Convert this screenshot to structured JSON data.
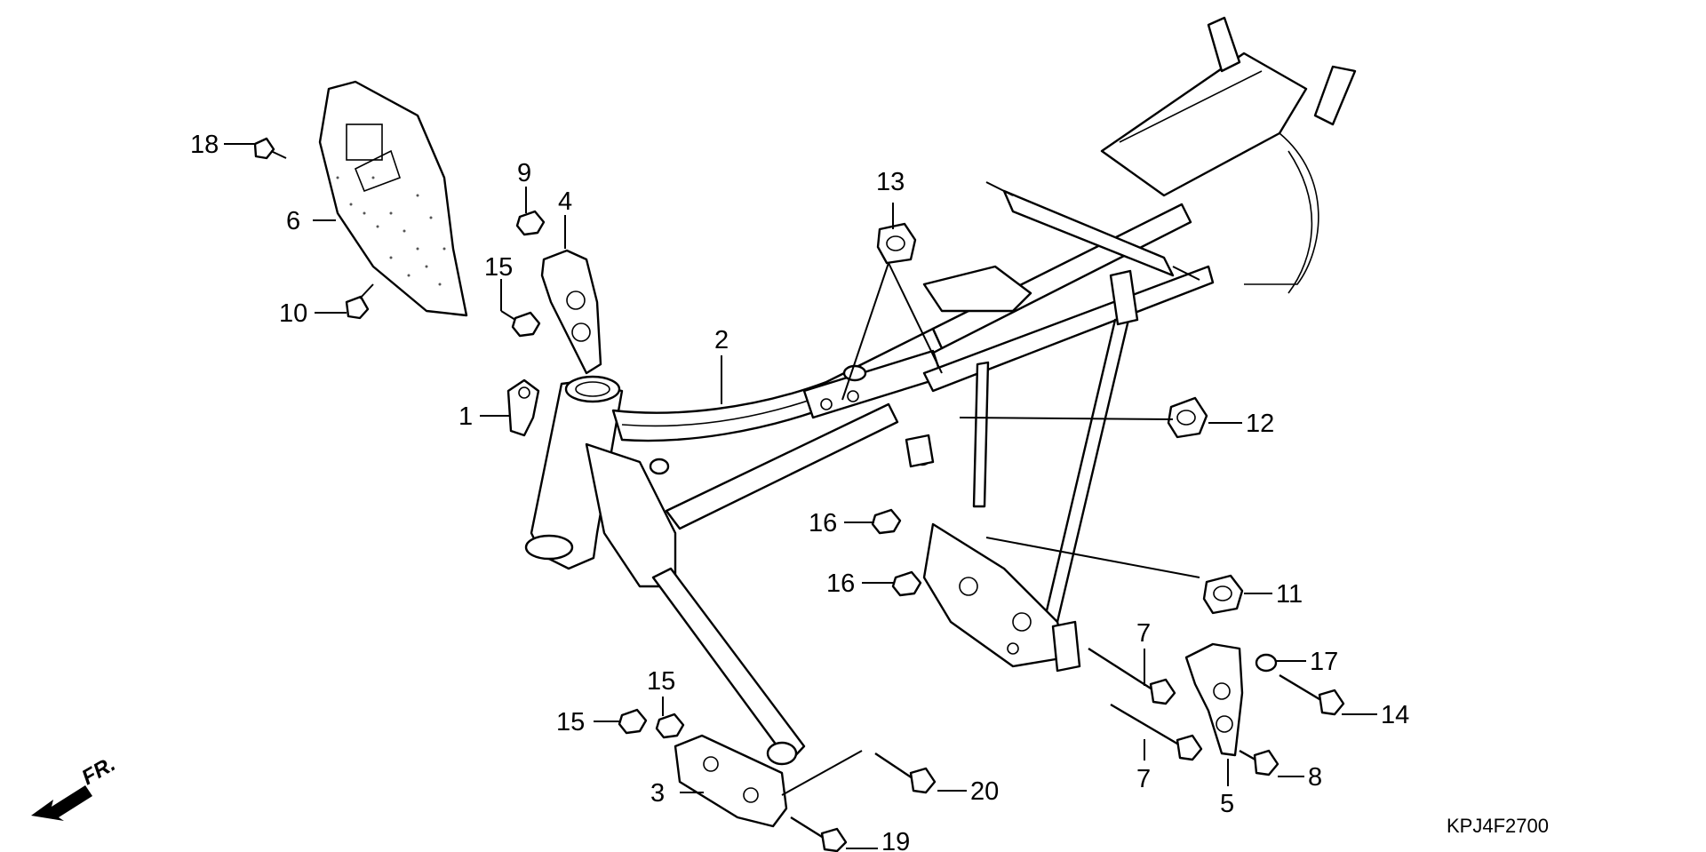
{
  "diagram": {
    "code": "KPJ4F2700",
    "front_indicator": "FR.",
    "callouts": [
      {
        "id": "c18",
        "text": "18"
      },
      {
        "id": "c6",
        "text": "6"
      },
      {
        "id": "c10",
        "text": "10"
      },
      {
        "id": "c9",
        "text": "9"
      },
      {
        "id": "c4",
        "text": "4"
      },
      {
        "id": "c15a",
        "text": "15"
      },
      {
        "id": "c1",
        "text": "1"
      },
      {
        "id": "c2",
        "text": "2"
      },
      {
        "id": "c13",
        "text": "13"
      },
      {
        "id": "c12",
        "text": "12"
      },
      {
        "id": "c16a",
        "text": "16"
      },
      {
        "id": "c16b",
        "text": "16"
      },
      {
        "id": "c11",
        "text": "11"
      },
      {
        "id": "c7a",
        "text": "7"
      },
      {
        "id": "c17",
        "text": "17"
      },
      {
        "id": "c14",
        "text": "14"
      },
      {
        "id": "c7b",
        "text": "7"
      },
      {
        "id": "c8",
        "text": "8"
      },
      {
        "id": "c5",
        "text": "5"
      },
      {
        "id": "c15b",
        "text": "15"
      },
      {
        "id": "c15c",
        "text": "15"
      },
      {
        "id": "c3",
        "text": "3"
      },
      {
        "id": "c20",
        "text": "20"
      },
      {
        "id": "c19",
        "text": "19"
      }
    ]
  }
}
